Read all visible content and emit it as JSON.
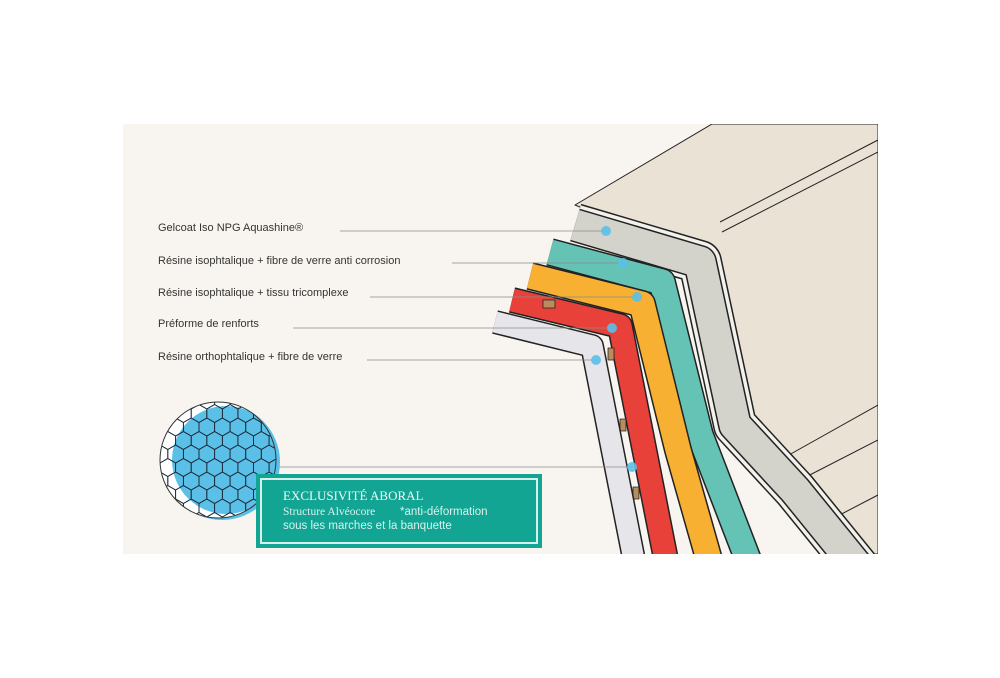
{
  "labels": [
    "Gelcoat Iso NPG Aquashine®",
    "Résine isophtalique + fibre de verre anti corrosion",
    "Résine isophtalique + tissu tricomplexe",
    "Préforme de renforts",
    "Résine orthophtalique + fibre de verre"
  ],
  "callout": {
    "title": "EXCLUSIVITÉ ABORAL",
    "line1_a": "Structure Alvéocore",
    "line1_b": "*anti-déformation",
    "line2": "sous les marches et la banquette"
  },
  "colors": {
    "background": "#f8f5f0",
    "gelcoat": "#d3d3cc",
    "anti_corrosion": "#65c3b6",
    "tricomplexe": "#f8b032",
    "preforme": "#e8413a",
    "orthophtalique": "#e6e6ea",
    "shell": "#ebe2d6",
    "callout": "#12a594",
    "marker": "#5bc0e8"
  }
}
